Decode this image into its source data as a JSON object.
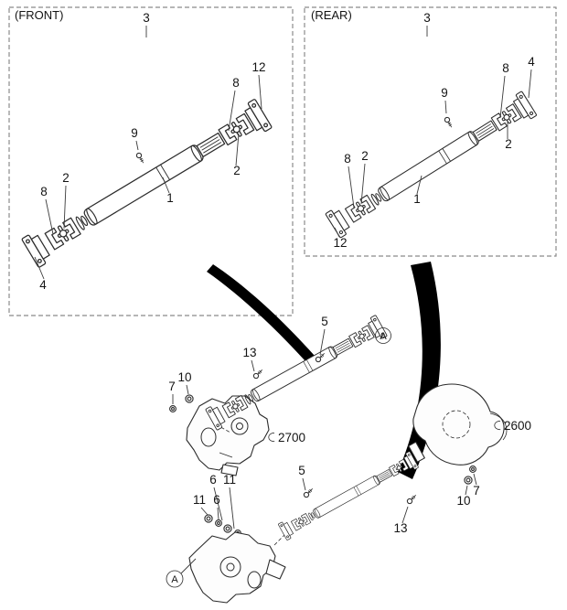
{
  "front_box": {
    "label": "(FRONT)",
    "callouts": {
      "assembly": "3",
      "flange_yoke": "12",
      "snap_ring_right": "8",
      "ujoint_right": "2",
      "bolt": "9",
      "shaft_tube": "1",
      "ujoint_left": "2",
      "snap_ring_left": "8",
      "companion_flange": "4"
    }
  },
  "rear_box": {
    "label": "(REAR)",
    "callouts": {
      "assembly": "3",
      "companion_flange": "4",
      "snap_ring_right": "8",
      "bolt": "9",
      "ujoint_right": "2",
      "shaft_tube": "1",
      "snap_ring_left": "8",
      "ujoint_left": "2",
      "flange_yoke": "12"
    }
  },
  "main_view": {
    "upper_assembly": {
      "shaft": "5",
      "section_marker": "A",
      "bolt": "13",
      "nut": "10",
      "washer": "7",
      "unit_ref": "2700"
    },
    "lower_assembly": {
      "shaft": "5",
      "washer": "7",
      "nut": "10",
      "bolt": "13",
      "nut_a": "6",
      "washer_a": "11",
      "washer_b": "11",
      "nut_b": "6",
      "section_marker": "A",
      "unit_ref": "2600"
    }
  }
}
